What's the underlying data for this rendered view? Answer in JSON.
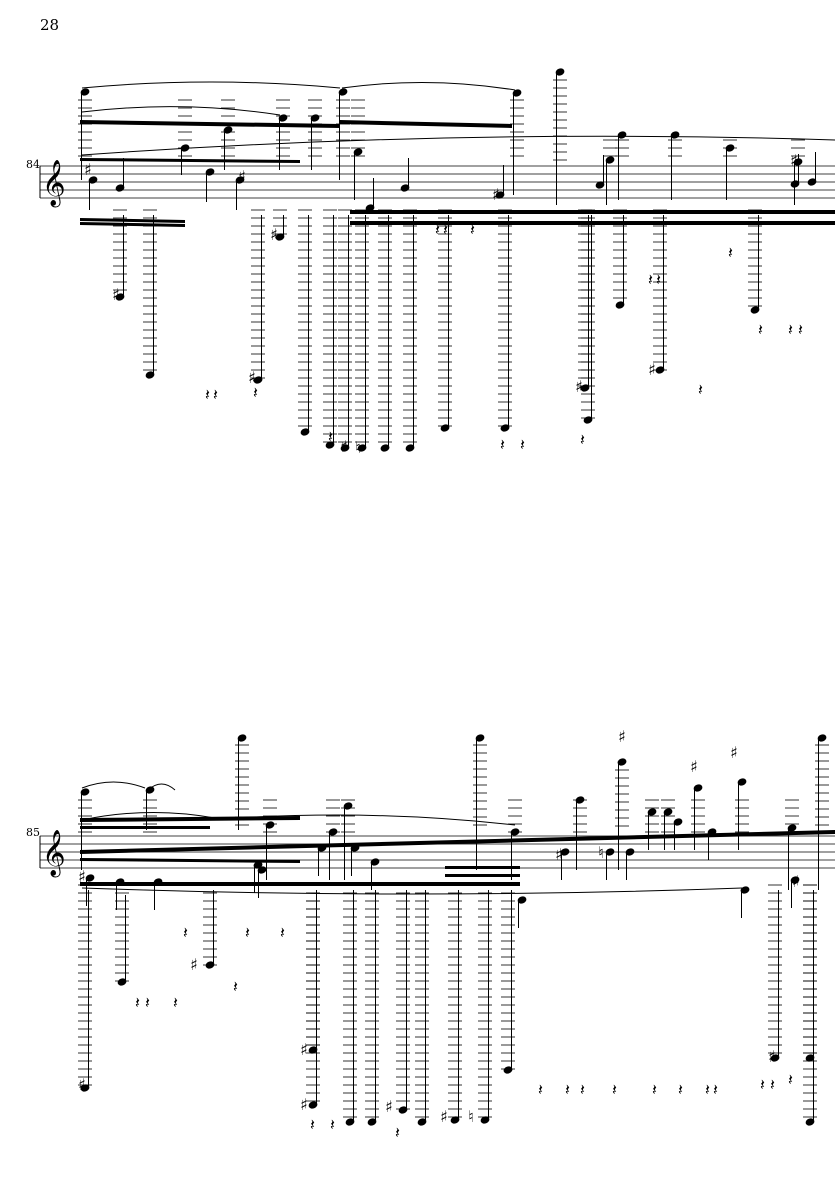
{
  "page": {
    "number": "28"
  },
  "systems": [
    {
      "measure_number": "84"
    },
    {
      "measure_number": "85"
    }
  ],
  "glyphs": {
    "clef": "𝄞",
    "sharp": "♯",
    "natural": "♮",
    "rest": "𝄽"
  },
  "colors": {
    "ink": "#000000",
    "paper": "#ffffff"
  }
}
